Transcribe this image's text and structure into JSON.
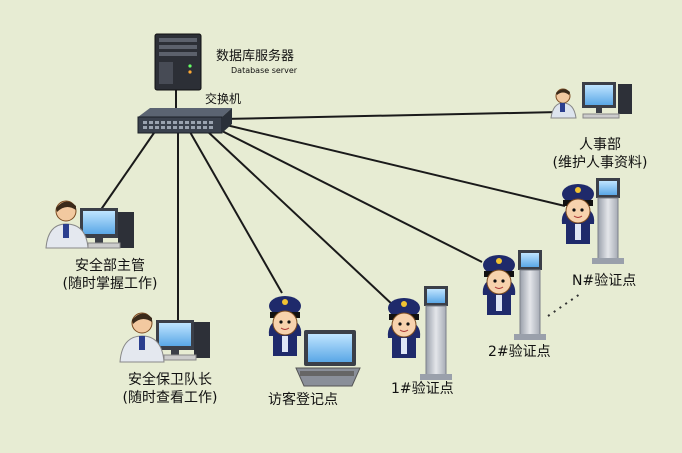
{
  "server": {
    "title": "数据库服务器",
    "subtitle": "Database server"
  },
  "switch": {
    "label": "交换机"
  },
  "nodes": {
    "hr": {
      "line1": "人事部",
      "line2": "(维护人事资料)"
    },
    "security_manager": {
      "line1": "安全部主管",
      "line2": "(随时掌握工作)"
    },
    "guard_captain": {
      "line1": "安全保卫队长",
      "line2": "(随时查看工作)"
    },
    "visitor_registration": {
      "label": "访客登记点"
    },
    "checkpoint_1": {
      "label": "1#验证点"
    },
    "checkpoint_2": {
      "label": "2#验证点"
    },
    "checkpoint_n": {
      "label": "N#验证点"
    }
  },
  "colors": {
    "background": "#e7ecd3",
    "connection_line": "#1a1a1a",
    "kiosk": "#c9ccd4",
    "police_uniform": "#1f2a6b"
  }
}
